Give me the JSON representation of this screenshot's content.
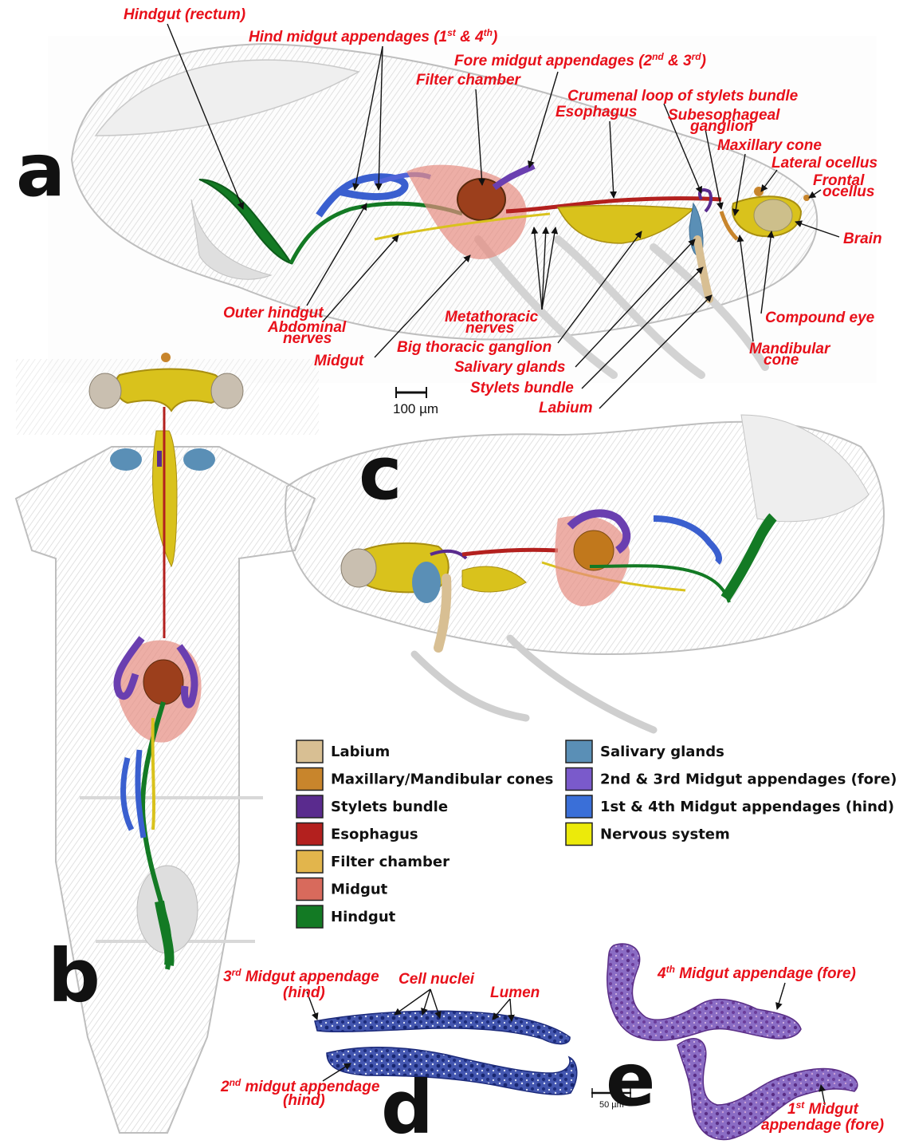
{
  "panels": {
    "a": "a",
    "b": "b",
    "c": "c",
    "d": "d",
    "e": "e"
  },
  "panel_a": {
    "labels": {
      "hindgut_rectum": "Hindgut (rectum)",
      "hind_midgut_appendages": "Hind midgut appendages (1",
      "hind_sup1": "st",
      "hind_amp": " & 4",
      "hind_sup2": "th",
      "hind_close": ")",
      "fore_midgut_appendages": "Fore midgut appendages (2",
      "fore_sup1": "nd",
      "fore_amp": " & 3",
      "fore_sup2": "rd",
      "fore_close": ")",
      "filter_chamber": "Filter chamber",
      "crumenal_loop": "Crumenal loop of stylets bundle",
      "esophagus": "Esophagus",
      "subesophageal_1": "Subesophageal",
      "subesophageal_2": "ganglion",
      "maxillary_cone": "Maxillary cone",
      "lateral_ocellus": "Lateral ocellus",
      "frontal_1": "Frontal",
      "frontal_2": "ocellus",
      "brain": "Brain",
      "compound_eye": "Compound eye",
      "mandibular_1": "Mandibular",
      "mandibular_2": "cone",
      "outer_hindgut": "Outer hindgut",
      "abdominal_1": "Abdominal",
      "abdominal_2": "nerves",
      "metathoracic_1": "Metathoracic",
      "metathoracic_2": "nerves",
      "big_thoracic_ganglion": "Big thoracic ganglion",
      "midgut": "Midgut",
      "salivary_glands": "Salivary glands",
      "stylets_bundle": "Stylets bundle",
      "labium": "Labium"
    },
    "scale_bar": "100 µm"
  },
  "panel_d": {
    "labels": {
      "third_pre": "3",
      "third_sup": "rd",
      "third_rest": " Midgut appendage",
      "third_hind": "(hind)",
      "cell_nuclei": "Cell nuclei",
      "lumen": "Lumen",
      "second_pre": "2",
      "second_sup": "nd",
      "second_rest": " midgut appendage",
      "second_hind": "(hind)"
    }
  },
  "panel_e": {
    "labels": {
      "fourth_pre": "4",
      "fourth_sup": "th",
      "fourth_rest": " Midgut appendage (fore)",
      "first_pre": "1",
      "first_sup": "st",
      "first_rest": " Midgut",
      "first_line2": "appendage (fore)"
    },
    "scale_bar": "50 µm"
  },
  "legend": [
    {
      "label": "Labium",
      "color": "#d8bf93"
    },
    {
      "label": "Maxillary/Mandibular cones",
      "color": "#c8852c"
    },
    {
      "label": "Stylets bundle",
      "color": "#5a2b8e"
    },
    {
      "label": "Esophagus",
      "color": "#b3201e"
    },
    {
      "label": "Filter chamber",
      "color": "#e2b54c"
    },
    {
      "label": "Midgut",
      "color": "#d86a5c"
    },
    {
      "label": "Hindgut",
      "color": "#137a24"
    },
    {
      "label": "Salivary glands",
      "color": "#5a8fb6"
    },
    {
      "label": "2nd & 3rd Midgut appendages (fore)",
      "color": "#7a5acb"
    },
    {
      "label": "1st & 4th Midgut appendages (hind)",
      "color": "#3a6fd8"
    },
    {
      "label": "Nervous system",
      "color": "#ecea0a"
    }
  ],
  "colors": {
    "label_red": "#e8101a",
    "nervous_yellow": "#d9c21c",
    "body_grey": "#c9c9c9",
    "stain_blue": "#2a3f9c",
    "stain_purple": "#7b52b8"
  }
}
